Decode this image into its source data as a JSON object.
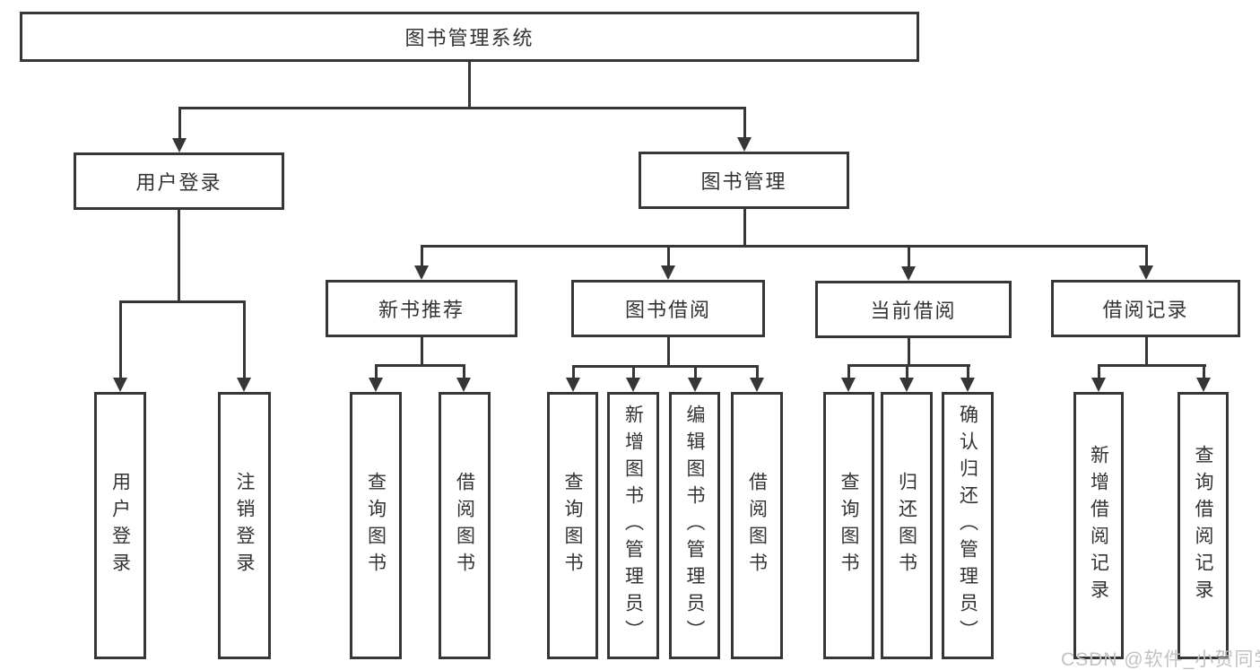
{
  "diagram_title": "图书管理系统",
  "tree": {
    "label": "图书管理系统",
    "children": [
      {
        "label": "用户登录",
        "children": [
          {
            "label": "用户登录"
          },
          {
            "label": "注销登录"
          }
        ]
      },
      {
        "label": "图书管理",
        "children": [
          {
            "label": "新书推荐",
            "children": [
              {
                "label": "查询图书"
              },
              {
                "label": "借阅图书"
              }
            ]
          },
          {
            "label": "图书借阅",
            "children": [
              {
                "label": "查询图书"
              },
              {
                "label": "新增图书（管理员）"
              },
              {
                "label": "编辑图书（管理员）"
              },
              {
                "label": "借阅图书"
              }
            ]
          },
          {
            "label": "当前借阅",
            "children": [
              {
                "label": "查询图书"
              },
              {
                "label": "归还图书"
              },
              {
                "label": "确认归还（管理员）"
              }
            ]
          },
          {
            "label": "借阅记录",
            "children": [
              {
                "label": "新增借阅记录"
              },
              {
                "label": "查询借阅记录"
              }
            ]
          }
        ]
      }
    ]
  },
  "watermark": "CSDN @软件_小贺同学",
  "colors": {
    "line": "#363636",
    "text": "#333333",
    "watermark": "#c2c2c2",
    "background": "#ffffff"
  }
}
